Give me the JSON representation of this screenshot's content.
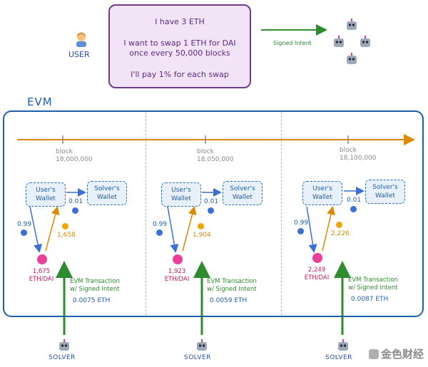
{
  "user": {
    "label": "USER"
  },
  "intent": {
    "line1": "I have 3 ETH",
    "line2": "I want to swap 1 ETH for DAI",
    "line3": "once every 50,000 blocks",
    "line4": "I'll pay 1% for each swap"
  },
  "signed_intent_label": "Signed Intent",
  "evm_title": "EVM",
  "panels": [
    {
      "block_word": "block",
      "block": "18,000,000",
      "user_wallet": [
        "User's",
        "Wallet"
      ],
      "solver_wallet": [
        "Solver's",
        "Wallet"
      ],
      "fee_eth": "0.01",
      "eth_in": "0.99",
      "dai_out": "1,658",
      "price": "1,675",
      "pair": "ETH/DAI",
      "tx_line1": "EVM Transaction",
      "tx_line2": "w/ Signed Intent",
      "gas": "0.0075 ETH",
      "solver": "SOLVER"
    },
    {
      "block_word": "block",
      "block": "18,050,000",
      "user_wallet": [
        "User's",
        "Wallet"
      ],
      "solver_wallet": [
        "Solver's",
        "Wallet"
      ],
      "fee_eth": "0.01",
      "eth_in": "0.99",
      "dai_out": "1,904",
      "price": "1,923",
      "pair": "ETH/DAI",
      "tx_line1": "EVM Transaction",
      "tx_line2": "w/ Signed Intent",
      "gas": "0.0059 ETH",
      "solver": "SOLVER"
    },
    {
      "block_word": "block",
      "block": "18,100,000",
      "user_wallet": [
        "User's",
        "Wallet"
      ],
      "solver_wallet": [
        "Solver's",
        "Wallet"
      ],
      "fee_eth": "0.01",
      "eth_in": "0.99",
      "dai_out": "2,226",
      "price": "2,249",
      "pair": "ETH/DAI",
      "tx_line1": "EVM Transaction",
      "tx_line2": "w/ Signed Intent",
      "gas": "0.0087 ETH",
      "solver": "SOLVER"
    }
  ],
  "watermark": "金色财经",
  "colors": {
    "evm_blue": "#1d5ea8",
    "timeline_orange": "#d98a00",
    "green": "#2e8b2e",
    "purple": "#5a2a86",
    "pink": "#c2185b"
  }
}
